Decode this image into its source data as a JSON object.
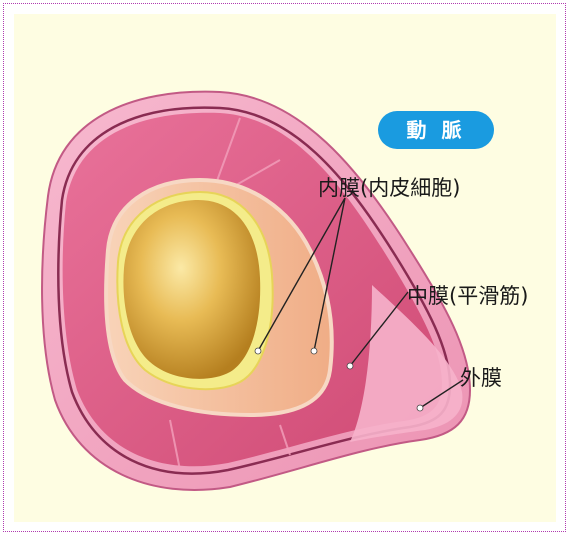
{
  "diagram": {
    "title_badge": "動 脈",
    "labels": {
      "intima": "内膜(内皮細胞)",
      "media": "中膜(平滑筋)",
      "adventitia": "外膜"
    },
    "colors": {
      "adventitia": "#f2a6c2",
      "media": "#d9577f",
      "intima": "#f5c3a5",
      "endothelium": "#f4ec8a",
      "lumen": "#d9a640",
      "badge": "#1a9be0",
      "frame_dots": "#b03ab0",
      "frame_fill": "#fefde2"
    }
  }
}
